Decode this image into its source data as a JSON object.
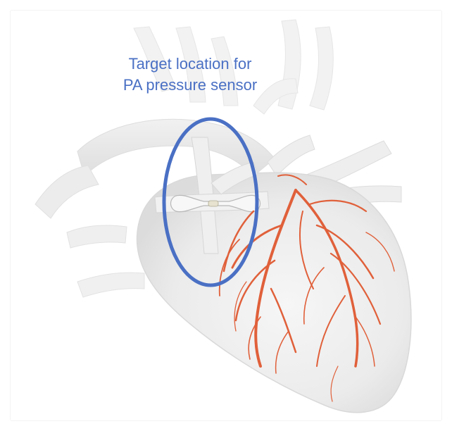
{
  "annotation": {
    "line1": "Target location for",
    "line2": "PA pressure sensor",
    "ring_color": "#4a70c4"
  },
  "illustration": {
    "subject": "heart-illustration",
    "vessel_color": "#e0603a",
    "tissue_color": "#e9e9e9"
  }
}
